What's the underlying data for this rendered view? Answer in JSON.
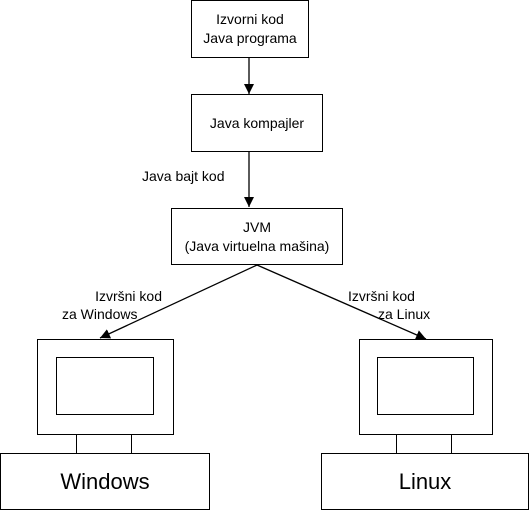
{
  "nodes": {
    "source": {
      "line1": "Izvorni kod",
      "line2": "Java programa"
    },
    "compiler": {
      "label": "Java kompajler"
    },
    "jvm": {
      "line1": "JVM",
      "line2": "(Java virtuelna mašina)"
    },
    "windows": {
      "label": "Windows"
    },
    "linux": {
      "label": "Linux"
    }
  },
  "edges": {
    "bytecode": {
      "label": "Java bajt kod"
    },
    "win_exec": {
      "line1": "Izvršni kod",
      "line2": "za Windows"
    },
    "linux_exec": {
      "line1": "Izvršni kod",
      "line2": "za Linux"
    }
  }
}
